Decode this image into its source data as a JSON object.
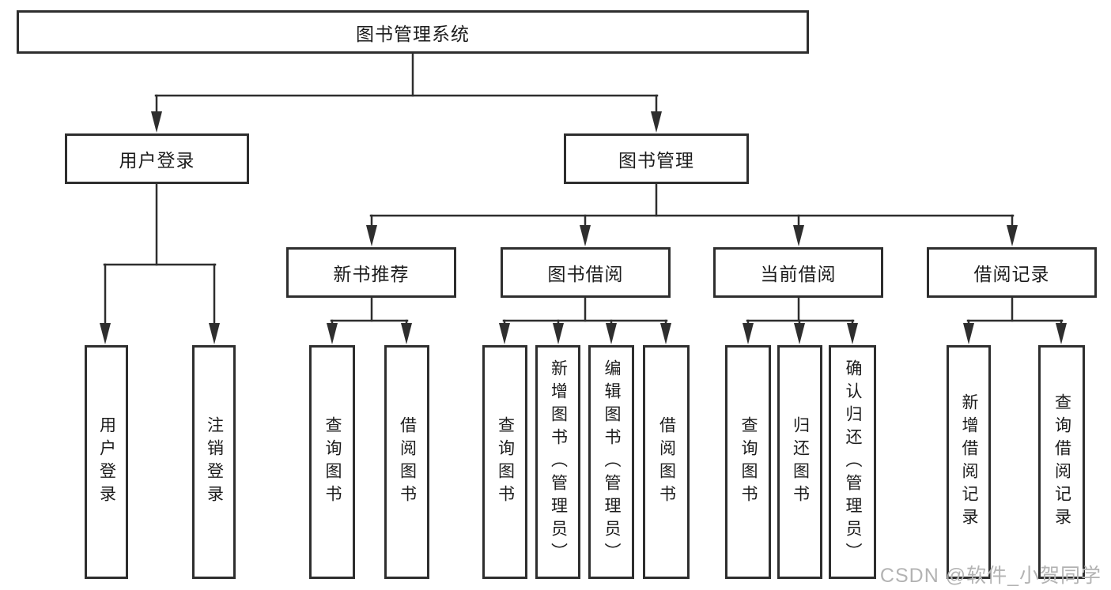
{
  "diagram": {
    "root": {
      "label": "图书管理系统"
    },
    "level2": [
      {
        "label": "用户登录"
      },
      {
        "label": "图书管理"
      }
    ],
    "level3": [
      {
        "label": "新书推荐",
        "parent": "图书管理"
      },
      {
        "label": "图书借阅",
        "parent": "图书管理"
      },
      {
        "label": "当前借阅",
        "parent": "图书管理"
      },
      {
        "label": "借阅记录",
        "parent": "图书管理"
      }
    ],
    "leaves": [
      {
        "label": "用户登录",
        "parent": "用户登录"
      },
      {
        "label": "注销登录",
        "parent": "用户登录"
      },
      {
        "label": "查询图书",
        "parent": "新书推荐"
      },
      {
        "label": "借阅图书",
        "parent": "新书推荐"
      },
      {
        "label": "查询图书",
        "parent": "图书借阅"
      },
      {
        "label": "新增图书（管理员）",
        "parent": "图书借阅"
      },
      {
        "label": "编辑图书（管理员）",
        "parent": "图书借阅"
      },
      {
        "label": "借阅图书",
        "parent": "图书借阅"
      },
      {
        "label": "查询图书",
        "parent": "当前借阅"
      },
      {
        "label": "归还图书",
        "parent": "当前借阅"
      },
      {
        "label": "确认归还（管理员）",
        "parent": "当前借阅"
      },
      {
        "label": "新增借阅记录",
        "parent": "借阅记录"
      },
      {
        "label": "查询借阅记录",
        "parent": "借阅记录"
      }
    ],
    "colors": {
      "line": "#2e2e2e",
      "box_border": "#2e2e2e",
      "text": "#1c1c1c",
      "watermark": "#b3b3b3",
      "background": "#ffffff"
    }
  },
  "watermark": {
    "text": "CSDN @软件_小贺同学"
  }
}
